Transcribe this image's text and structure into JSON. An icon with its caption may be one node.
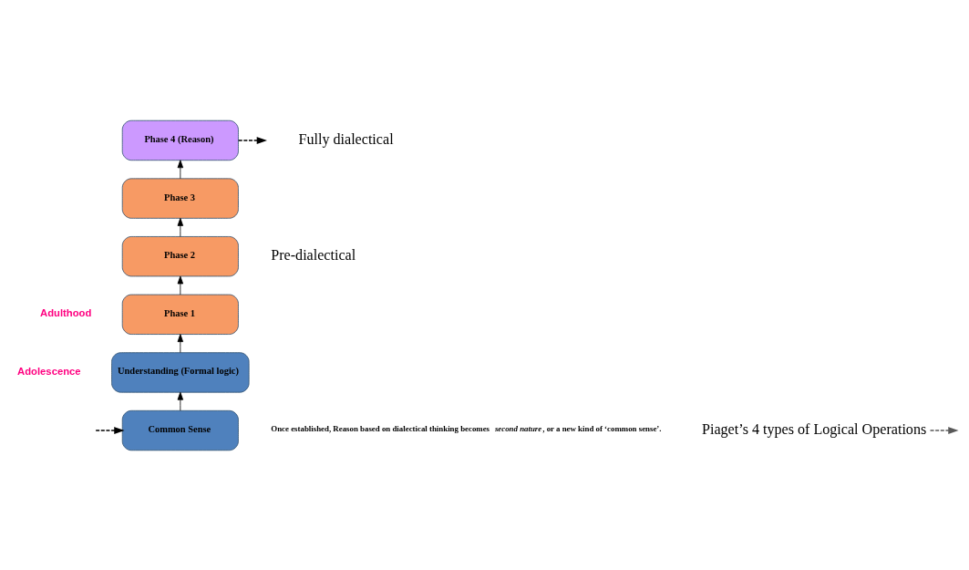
{
  "diagram": {
    "nodes": [
      {
        "text": [
          "Phase 4 (Reason)"
        ]
      },
      {
        "text": [
          "Phase 3"
        ]
      },
      {
        "text": [
          "Phase 2"
        ]
      },
      {
        "text": [
          "Phase 1"
        ]
      },
      {
        "text": [
          "Understanding (Formal logic)"
        ]
      },
      {
        "text": [
          "Common Sense"
        ]
      },
      {
        "text": [
          "Piaget’s 4 types of Logical Operations"
        ]
      }
    ],
    "edges": [
      {
        "from": 5,
        "to": 4,
        "arrow": "to"
      },
      {
        "from": 4,
        "to": 3,
        "arrow": "to"
      },
      {
        "from": 3,
        "to": 2,
        "arrow": "to"
      },
      {
        "from": 2,
        "to": 1,
        "arrow": "to"
      },
      {
        "from": 1,
        "to": 0,
        "arrow": "to"
      },
      {
        "from": 0,
        "to": null,
        "arrow": "to",
        "style": "dashed"
      },
      {
        "from": null,
        "to": 5,
        "arrow": "to",
        "style": "dashed"
      },
      {
        "from": 6,
        "to": null,
        "arrow": "to",
        "style": "dashed",
        "color": "#595959"
      }
    ],
    "labels": [
      "Fully dialectical",
      "Pre-dialectical",
      "Adulthood",
      "Adolescence",
      "Once established, Reason based on dialectical thinking becomes *second nature*, or a new kind of ‘common sense’."
    ]
  }
}
